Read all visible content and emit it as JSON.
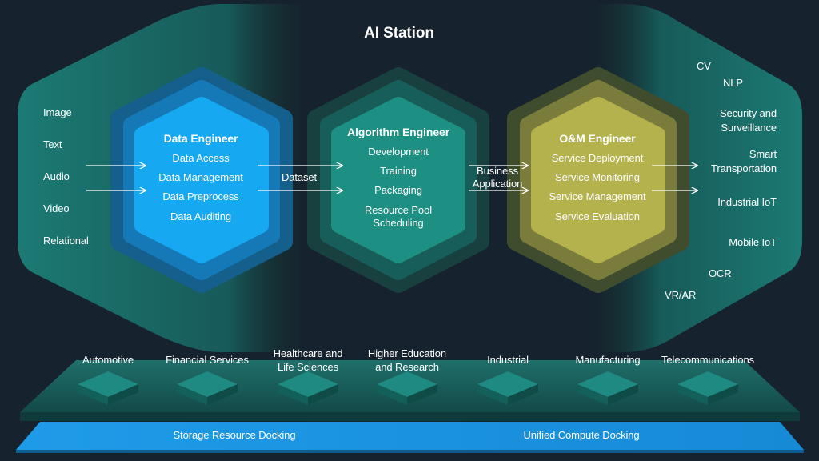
{
  "title": "AI Station",
  "inputs": [
    "Image",
    "Text",
    "Audio",
    "Video",
    "Relational"
  ],
  "data_engineer": {
    "title": "Data Engineer",
    "items": [
      "Data Access",
      "Data Management",
      "Data Preprocess",
      "Data Auditing"
    ]
  },
  "dataset_label": "Dataset",
  "algorithm_engineer": {
    "title": "Algorithm Engineer",
    "items": [
      "Development",
      "Training",
      "Packaging",
      "Resource Pool",
      "Scheduling"
    ]
  },
  "business_application": [
    "Business",
    "Application"
  ],
  "om_engineer": {
    "title": "O&M Engineer",
    "items": [
      "Service Deployment",
      "Service Monitoring",
      "Service Management",
      "Service Evaluation"
    ]
  },
  "outputs": {
    "cv": "CV",
    "nlp": "NLP",
    "security": [
      "Security and",
      "Surveillance"
    ],
    "smart": [
      "Smart",
      "Transportation"
    ],
    "industrial_iot": "Industrial IoT",
    "mobile_iot": "Mobile IoT",
    "ocr": "OCR",
    "vrar": "VR/AR"
  },
  "industries": [
    [
      "Automotive"
    ],
    [
      "Financial Services"
    ],
    [
      "Healthcare and",
      "Life Sciences"
    ],
    [
      "Higher Education",
      "and Research"
    ],
    [
      "Industrial"
    ],
    [
      "Manufacturing"
    ],
    [
      "Telecommunications"
    ]
  ],
  "docking": {
    "storage": "Storage Resource Docking",
    "compute": "Unified Compute Docking"
  },
  "colors": {
    "background": "#16222d",
    "teal_outer": "#1b6f6d",
    "data_core": "#17a8f2",
    "algo_core": "#1e8f83",
    "om_core": "#b4b24d",
    "compute_bar": "#1d95e0"
  }
}
